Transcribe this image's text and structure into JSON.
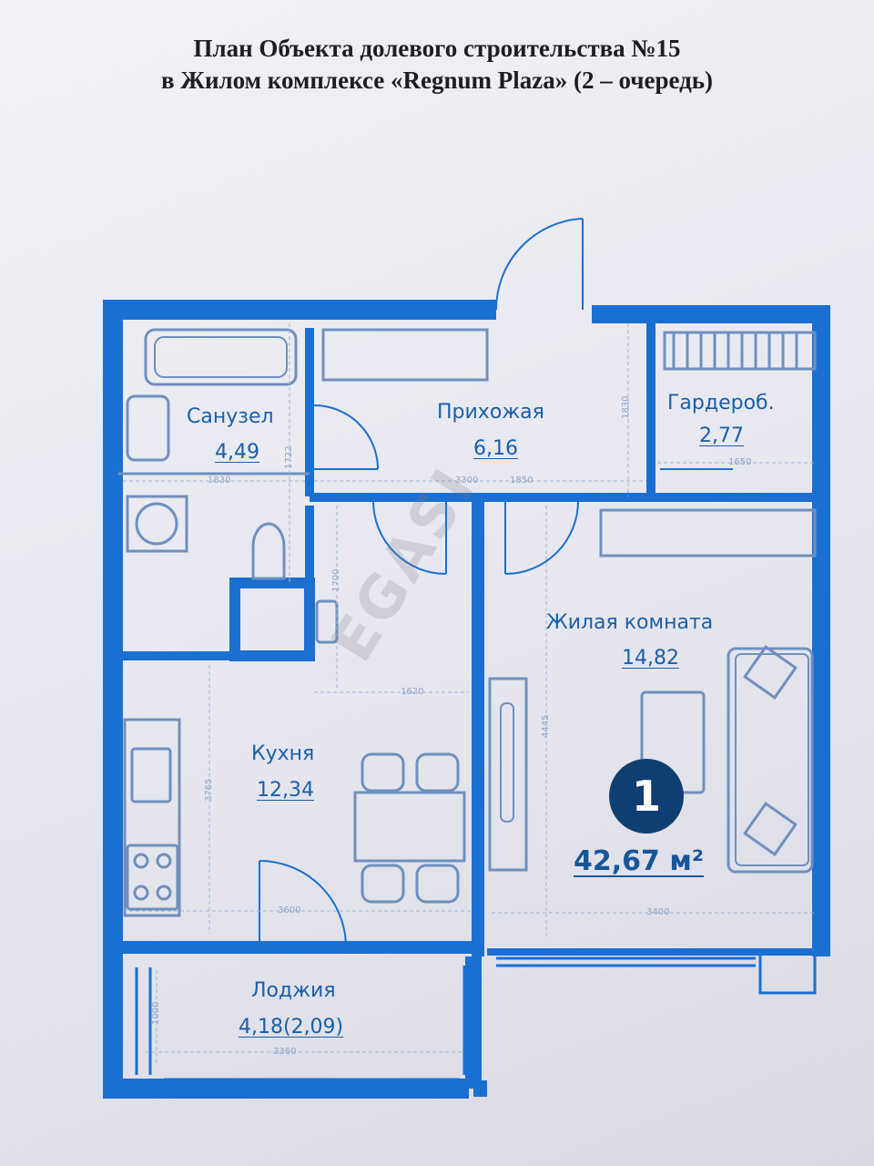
{
  "title": {
    "line1": "План Объекта долевого строительства №15",
    "line2": "в Жилом комплексе «Regnum Plaza» (2 – очередь)"
  },
  "rooms": [
    {
      "name": "Санузел",
      "area": "4,49"
    },
    {
      "name": "Прихожая",
      "area": "6,16"
    },
    {
      "name": "Гардероб.",
      "area": "2,77"
    },
    {
      "name": "Жилая комната",
      "area": "14,82"
    },
    {
      "name": "Кухня",
      "area": "12,34"
    },
    {
      "name": "Лоджия",
      "area": "4,18(2,09)"
    }
  ],
  "apartment": {
    "number": "1",
    "total_area": "42,67 м²"
  },
  "dimensions": [
    "1722",
    "1830",
    "1830",
    "1650",
    "3300",
    "1850",
    "1700",
    "1620",
    "4445",
    "3765",
    "3600",
    "3400",
    "1000",
    "3360"
  ],
  "watermark": "EGASI",
  "colors": {
    "wall": "#1b6fd1",
    "text": "#1a5fa8",
    "badge": "#0f3f72",
    "fixture": "#6f90be"
  }
}
